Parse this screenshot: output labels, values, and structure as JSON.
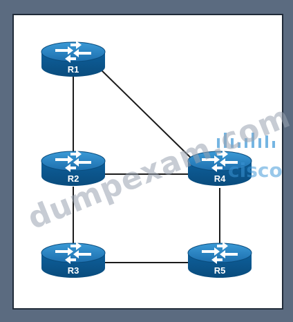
{
  "diagram": {
    "routers": [
      {
        "id": "r1",
        "label": "R1"
      },
      {
        "id": "r2",
        "label": "R2"
      },
      {
        "id": "r3",
        "label": "R3"
      },
      {
        "id": "r4",
        "label": "R4"
      },
      {
        "id": "r5",
        "label": "R5"
      }
    ],
    "links": [
      {
        "from": "R1",
        "to": "R2"
      },
      {
        "from": "R1",
        "to": "R4"
      },
      {
        "from": "R2",
        "to": "R4"
      },
      {
        "from": "R2",
        "to": "R3"
      },
      {
        "from": "R4",
        "to": "R5"
      },
      {
        "from": "R3",
        "to": "R5"
      }
    ]
  },
  "watermark": {
    "text": "dumpexam.com",
    "logo_text": "cisco"
  },
  "colors": {
    "router_fill": "#0a5d97",
    "router_top": "#2a86c4",
    "link": "#1a1a1a",
    "frame": "#5b6b80"
  }
}
